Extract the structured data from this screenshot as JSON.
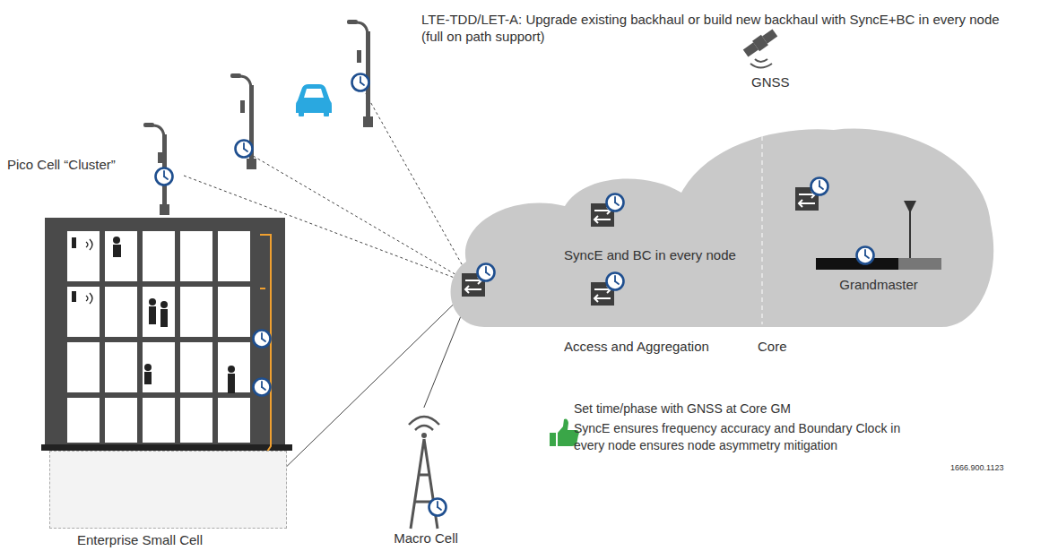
{
  "diagram": {
    "nodes": [
      {
        "text": [
          "SyncE and BC in every node",
          "Access and Aggregation",
          "Core"
        ]
      },
      {
        "text": [
          "Grandmaster"
        ],
        "in": 0
      },
      {
        "text": [
          "Pico Cell “Cluster”"
        ]
      },
      {
        "text": [
          "Enterprise Small Cell"
        ]
      },
      {
        "text": [
          "Macro Cell"
        ]
      }
    ],
    "edges": [
      {
        "from": 2,
        "to": 0,
        "arrow": "none"
      },
      {
        "from": 3,
        "to": 0,
        "arrow": "none"
      },
      {
        "from": 4,
        "to": 0,
        "arrow": "none"
      }
    ],
    "labels": [
      "LTE-TDD/LET-A: Upgrade existing backhaul or build new backhaul with SyncE+BC in every node (full on path support)",
      "GNSS",
      "Set time/phase with GNSS at Core GM",
      "SyncE ensures frequency accuracy and Boundary Clock in every node ensures node asymmetry mitigation",
      "1666.900.1123"
    ]
  }
}
